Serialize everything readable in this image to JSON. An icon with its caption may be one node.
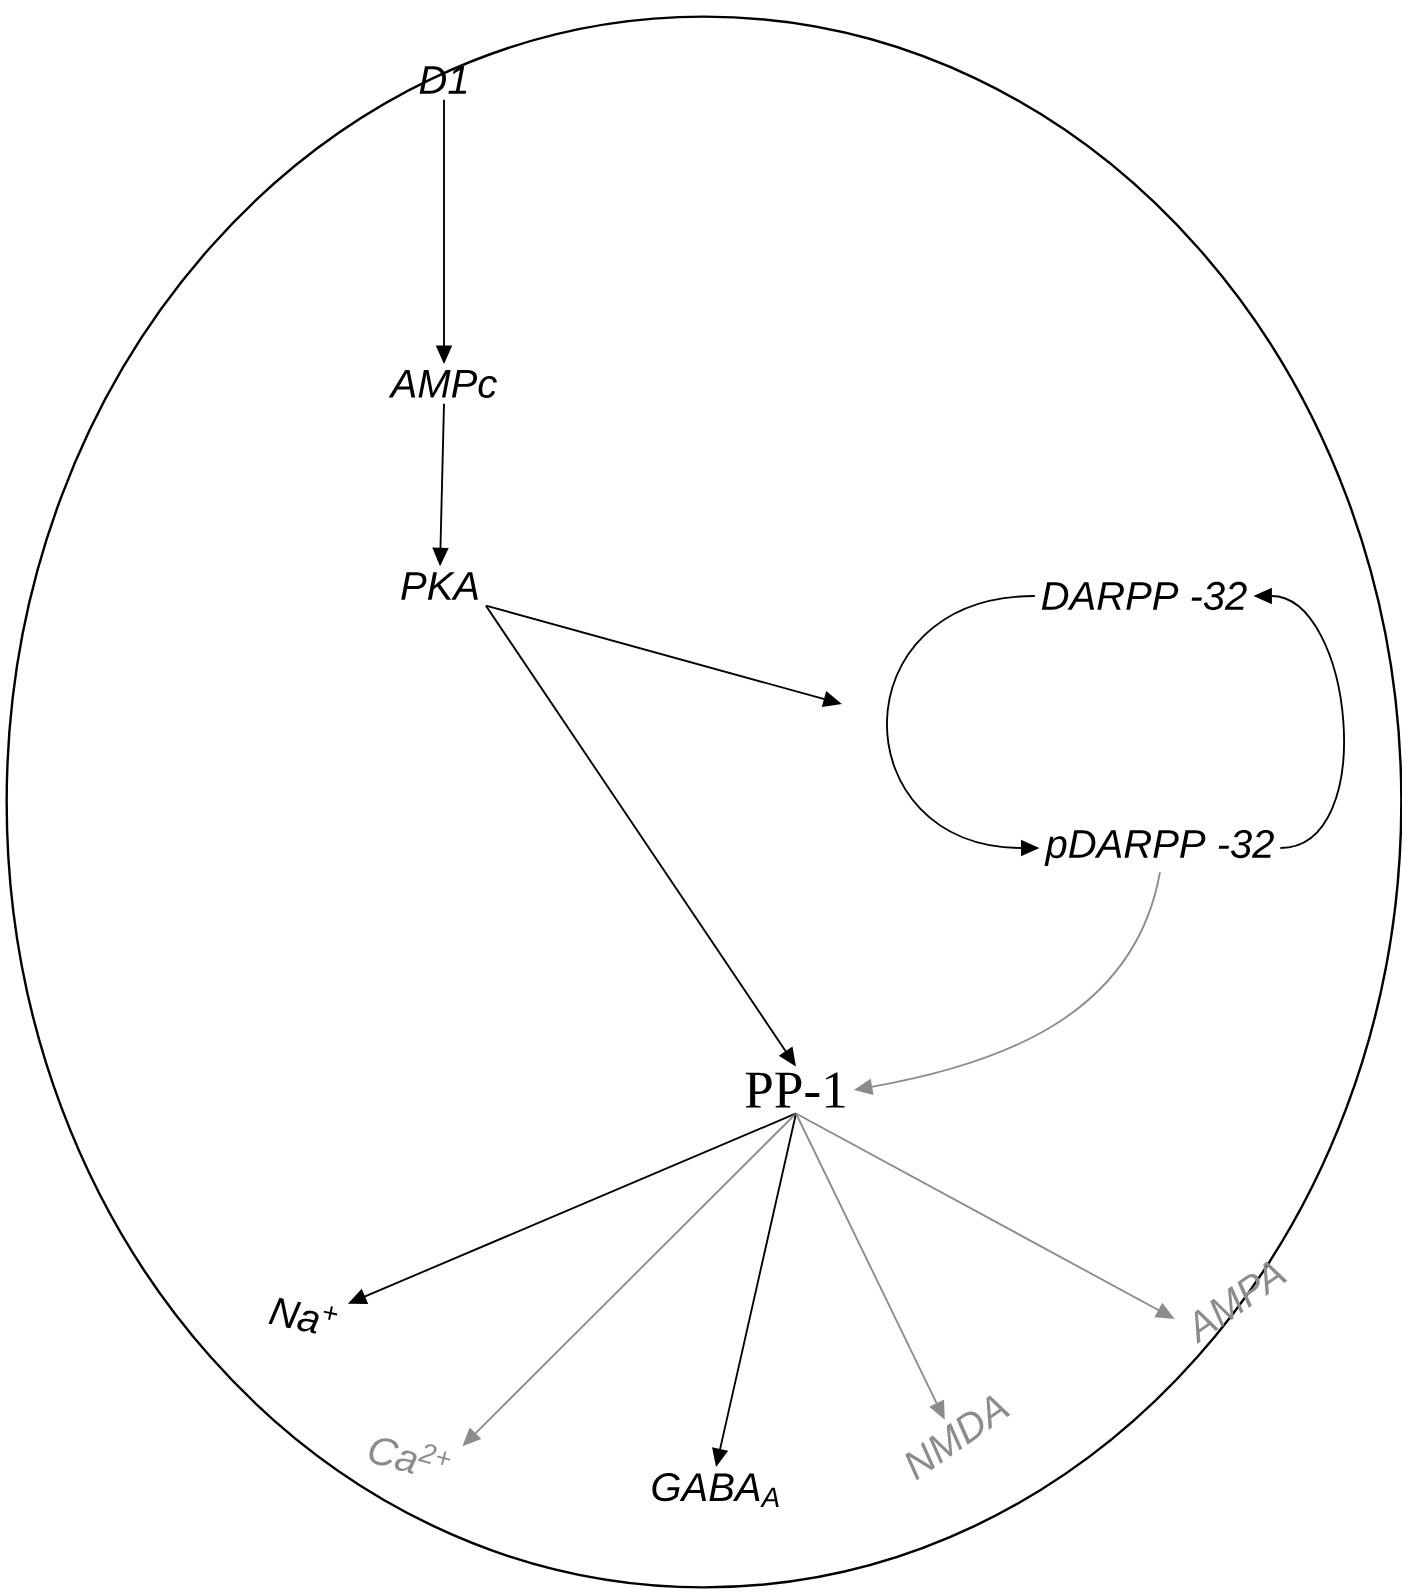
{
  "diagram": {
    "nodes": [
      {
        "text": [],
        "shape": "circle"
      },
      {
        "text": [
          "D1"
        ],
        "in": 0
      },
      {
        "text": [
          "AMPc"
        ],
        "in": 0
      },
      {
        "text": [
          "PKA"
        ],
        "in": 0
      },
      {
        "text": [
          "DARPP -32"
        ],
        "in": 0
      },
      {
        "text": [
          "pDARPP -32"
        ],
        "in": 0
      },
      {
        "text": [
          "PP-1"
        ],
        "in": 0
      },
      {
        "text": [
          "Na$^{+}$"
        ],
        "in": 0
      },
      {
        "text": [
          "Ca$^{2+}$"
        ],
        "in": 0
      },
      {
        "text": [
          "GABA$_{A}$"
        ],
        "in": 0
      },
      {
        "text": [
          "NMDA"
        ],
        "in": 0
      },
      {
        "text": [
          "AMPA"
        ],
        "in": 0
      }
    ],
    "edges": [
      {
        "from": 1,
        "to": 2,
        "arrow": "to"
      },
      {
        "from": 2,
        "to": 3,
        "arrow": "to"
      },
      {
        "from": 3,
        "to": null,
        "arrow": "to"
      },
      {
        "from": 4,
        "to": 5,
        "arrow": "to"
      },
      {
        "from": 5,
        "to": 4,
        "arrow": "to"
      },
      {
        "from": 3,
        "to": 6,
        "arrow": "to"
      },
      {
        "from": 5,
        "to": 6,
        "arrow": "to",
        "color": "#8c8c8c"
      },
      {
        "from": 6,
        "to": 7,
        "arrow": "to"
      },
      {
        "from": 6,
        "to": 8,
        "arrow": "to",
        "color": "#8c8c8c"
      },
      {
        "from": 6,
        "to": 9,
        "arrow": "to"
      },
      {
        "from": 6,
        "to": 10,
        "arrow": "to",
        "color": "#8c8c8c"
      },
      {
        "from": 6,
        "to": 11,
        "arrow": "to",
        "color": "#8c8c8c"
      }
    ]
  }
}
